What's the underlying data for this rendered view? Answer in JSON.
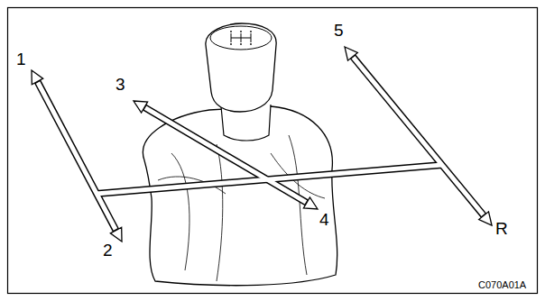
{
  "diagram": {
    "labels": [
      "1",
      "2",
      "3",
      "4",
      "5",
      "R",
      "C070A01A"
    ]
  }
}
